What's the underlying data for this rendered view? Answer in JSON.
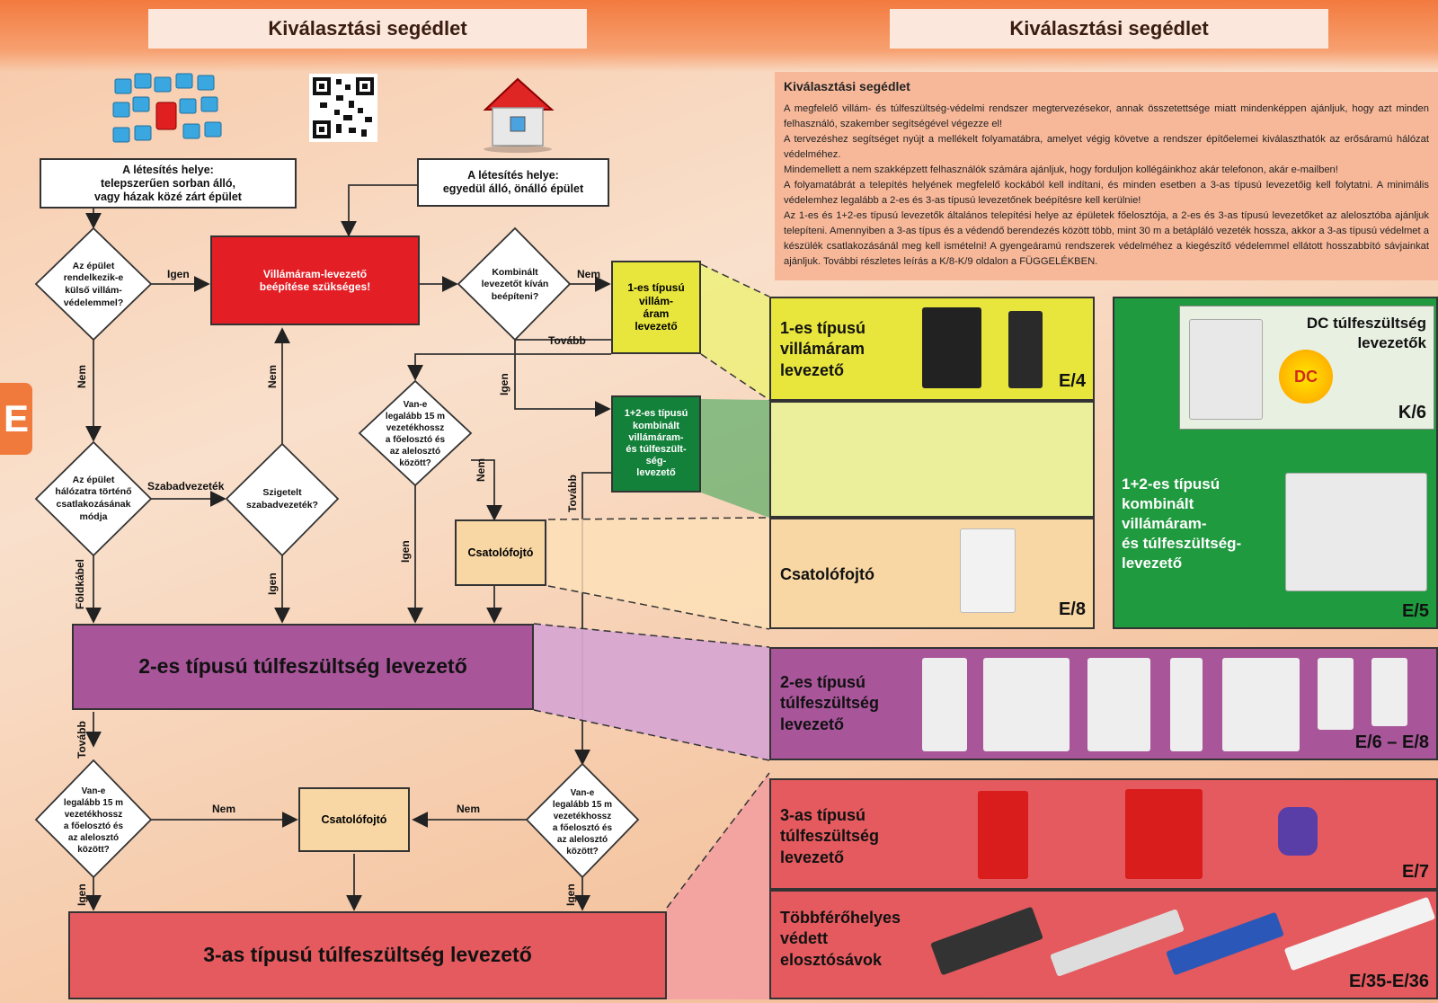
{
  "headers": {
    "left": "Kiválasztási segédlet",
    "right": "Kiválasztási segédlet"
  },
  "side_tab": "E",
  "flow": {
    "start_left": "A létesítés helye:\ntelepszerűen sorban álló,\nvagy házak közé zárt épület",
    "start_right": "A létesítés helye:\negyedül álló, önálló épület",
    "d_external": "Az épület\nrendelkezik-e\nkülső villám-\nvédelemmel?",
    "red_box": "Villámáram-levezető\nbeépítése szükséges!",
    "d_combined": "Kombinált\nlevezetőt kíván\nbeépíteni?",
    "type1": "1-es típusú\nvillám-\náram\nlevezető",
    "type12": "1+2-es típusú\nkombinált\nvillámáram-\nés túlfeszült-\nség-\nlevezető",
    "d_15m_top": "Van-e\nlegalább 15 m\nvezetékhossz\na főelosztó és\naz alelosztó\nközött?",
    "d_connection": "Az épület\nhálózatra történő\ncsatlakozásának\nmódja",
    "d_insulated": "Szigetelt\nszabadvezeték?",
    "coupler": "Csatolófojtó",
    "type2": "2-es típusú túlfeszültség levezető",
    "d_15m_left": "Van-e\nlegalább 15 m\nvezetékhossz\na főelosztó és\naz alelosztó\nközött?",
    "d_15m_right": "Van-e\nlegalább 15 m\nvezetékhossz\na főelosztó és\naz alelosztó\nközött?",
    "coupler2": "Csatolófojtó",
    "type3": "3-as típusú túlfeszültség levezető",
    "labels": {
      "igen": "Igen",
      "nem": "Nem",
      "tovabb": "Tovább",
      "szabad": "Szabadvezeték",
      "fold": "Földkábel"
    }
  },
  "info": {
    "title": "Kiválasztási segédlet",
    "paragraphs": [
      "A megfelelő villám- és túlfeszültség-védelmi rendszer megtervezésekor, annak összetettsége miatt mindenképpen ajánljuk, hogy azt minden felhasználó, szakember segítségével végezze el!",
      "A tervezéshez segítséget nyújt a mellékelt folyamatábra, amelyet végig követve a rendszer építőelemei kiválaszthatók az erősáramú hálózat védelméhez.",
      "Mindemellett a nem szakképzett felhasználók számára ajánljuk, hogy forduljon kollégáinkhoz akár telefonon, akár e-mailben!",
      "A folyamatábrát a telepítés helyének megfelelő kockából kell indítani, és minden esetben a 3-as típusú levezetőig kell folytatni. A minimális védelemhez legalább a 2-es és 3-as típusú levezetőnek beépítésre kell kerülnie!",
      "Az 1-es és 1+2-es típusú levezetők általános telepítési helye az épületek főelosztója, a 2-es és 3-as típusú levezetőket az alelosztóba ajánljuk telepíteni. Amennyiben a 3-as típus és a védendő berendezés között több, mint 30 m a betápláló vezeték hossza, akkor a 3-as típusú védelmet a készülék csatlakozásánál meg kell ismételni! A gyengeáramú rendszerek védelméhez a kiegészítő védelemmel ellátott hosszabbító sávjainkat ajánljuk. További részletes leírás a K/8-K/9 oldalon a FÜGGELÉKBEN."
    ]
  },
  "panels": {
    "p1": {
      "title": "1-es típusú\nvillámáram\nlevezető",
      "ref": "E/4",
      "color": "#e8e63c"
    },
    "pdc": {
      "title": "DC túlfeszültség\nlevezetők",
      "ref": "K/6",
      "dc_badge": "DC",
      "color": "#1f9a3e"
    },
    "p12": {
      "title": "1+2-es típusú\nkombinált\nvillámáram-\nés túlfeszültség-\nlevezető",
      "ref": "E/5"
    },
    "pcoupler": {
      "title": "Csatolófojtó",
      "ref": "E/8",
      "color": "#f8d7a4"
    },
    "p2": {
      "title": "2-es típusú\ntúlfeszültség\nlevezető",
      "ref": "E/6 – E/8",
      "color": "#a8559a"
    },
    "p3": {
      "title": "3-as típusú\ntúlfeszültség\nlevezető",
      "ref": "E/7",
      "color": "#e45a5e"
    },
    "pstrip": {
      "title": "Többférőhelyes\nvédett\nelosztósávok",
      "ref": "E/35-E/36"
    }
  }
}
